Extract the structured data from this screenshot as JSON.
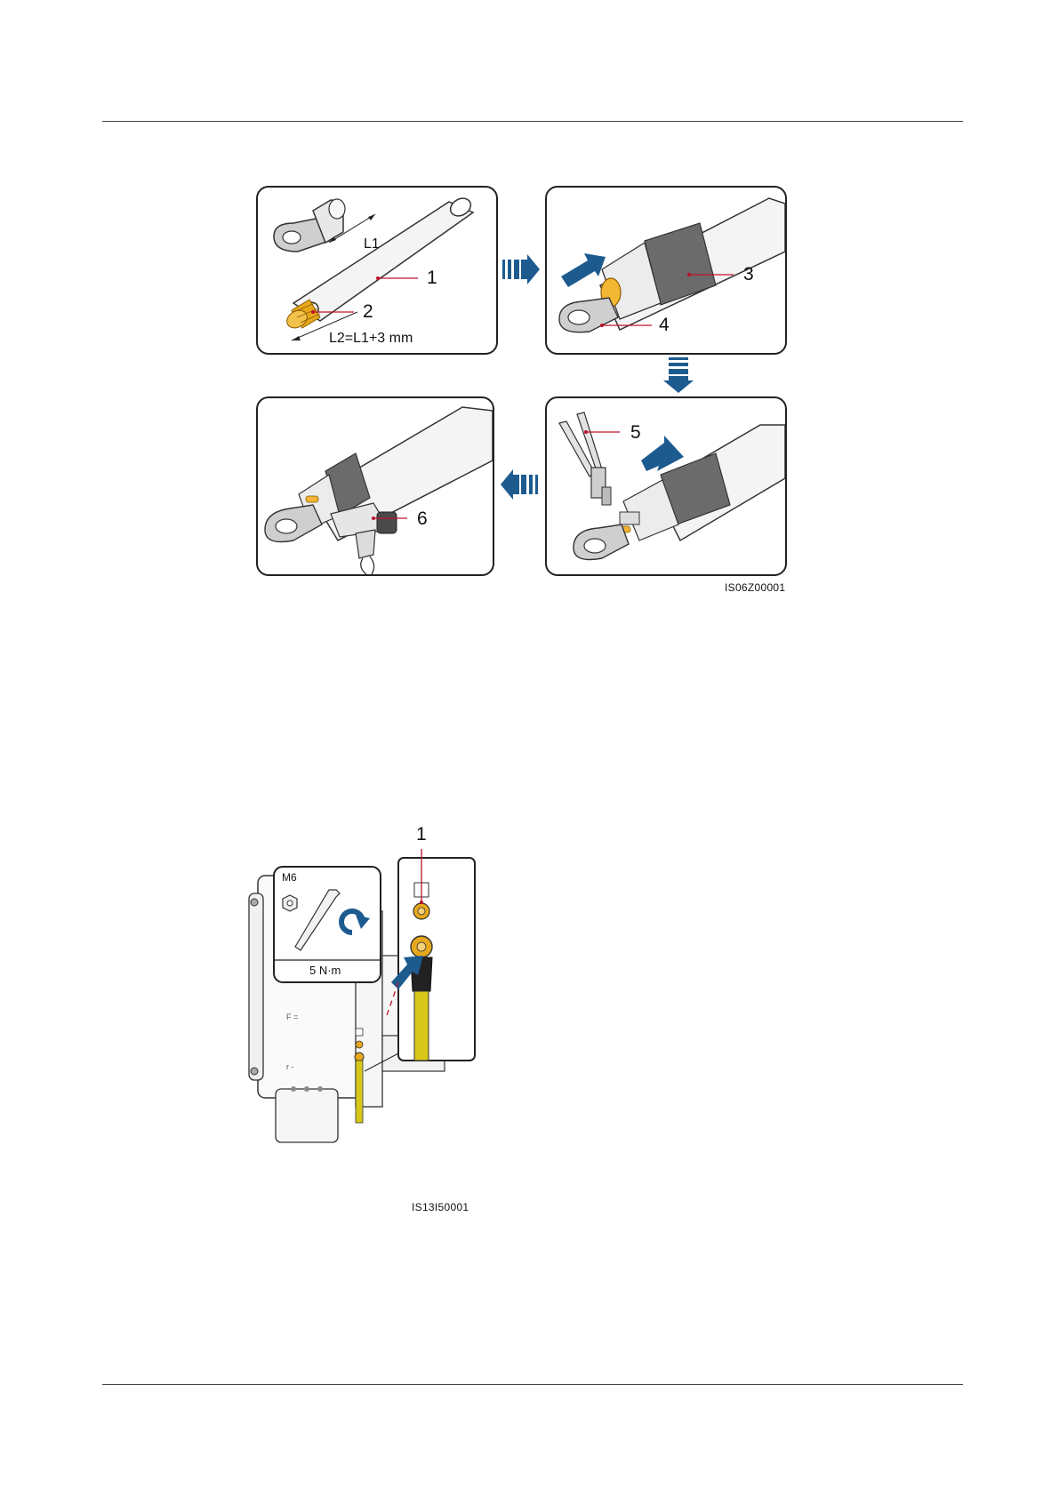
{
  "figure1": {
    "panel_a": {
      "callout_1": "1",
      "callout_2": "2",
      "dim_l1": "L1",
      "dim_l2": "L2=L1+3 mm"
    },
    "panel_b": {
      "callout_3": "3",
      "callout_4": "4"
    },
    "panel_c": {
      "callout_5": "5"
    },
    "panel_d": {
      "callout_6": "6"
    },
    "code": "IS06Z00001",
    "colors": {
      "accent": "#1d5b8f",
      "callout_line": "#c0102a",
      "copper": "#e8a81c",
      "sleeve": "#6b6b6b"
    }
  },
  "figure2": {
    "callout_1": "1",
    "bolt_size": "M6",
    "torque": "5 N·m",
    "code": "IS13I50001",
    "colors": {
      "ground_wire": "#d6c71a",
      "accent": "#1d5b8f"
    }
  }
}
